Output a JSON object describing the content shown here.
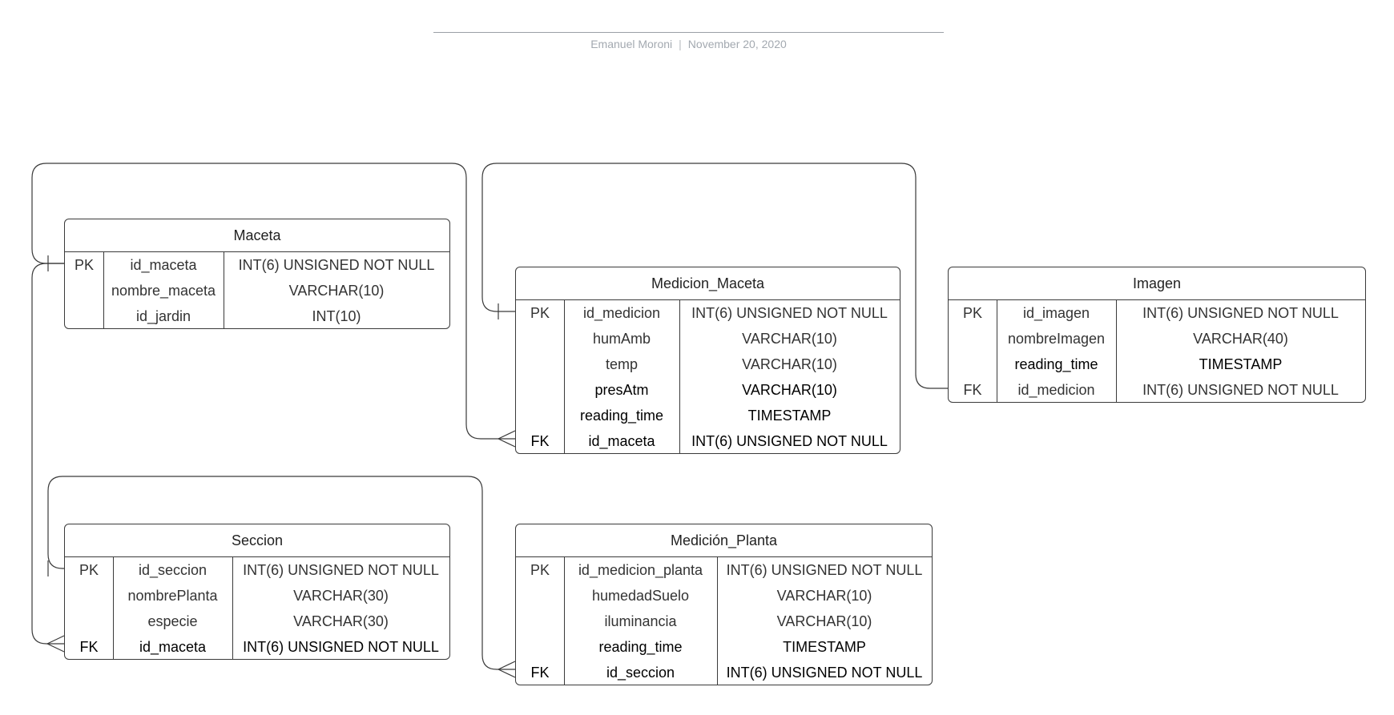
{
  "header": {
    "author": "Emanuel Moroni",
    "separator": "|",
    "date": "November 20, 2020"
  },
  "colors": {
    "line": "#3a3a3a",
    "header_text": "#a3a9b0"
  },
  "tables": [
    {
      "id": "maceta",
      "name": "Maceta",
      "rows": [
        {
          "key": "PK",
          "name": "id_maceta",
          "type": "INT(6) UNSIGNED NOT NULL",
          "emph": false
        },
        {
          "key": "",
          "name": "nombre_maceta",
          "type": "VARCHAR(10)",
          "emph": false
        },
        {
          "key": "",
          "name": "id_jardin",
          "type": "INT(10)",
          "emph": false
        }
      ]
    },
    {
      "id": "medicion_maceta",
      "name": "Medicion_Maceta",
      "rows": [
        {
          "key": "PK",
          "name": "id_medicion",
          "type": "INT(6) UNSIGNED NOT NULL",
          "emph": false
        },
        {
          "key": "",
          "name": "humAmb",
          "type": "VARCHAR(10)",
          "emph": false
        },
        {
          "key": "",
          "name": "temp",
          "type": "VARCHAR(10)",
          "emph": false
        },
        {
          "key": "",
          "name": "presAtm",
          "type": "VARCHAR(10)",
          "emph": true
        },
        {
          "key": "",
          "name": "reading_time",
          "type": "TIMESTAMP",
          "emph": true
        },
        {
          "key": "FK",
          "name": "id_maceta",
          "type": "INT(6) UNSIGNED NOT NULL",
          "emph": true
        }
      ]
    },
    {
      "id": "imagen",
      "name": "Imagen",
      "rows": [
        {
          "key": "PK",
          "name": "id_imagen",
          "type": "INT(6) UNSIGNED NOT NULL",
          "emph": false
        },
        {
          "key": "",
          "name": "nombreImagen",
          "type": "VARCHAR(40)",
          "emph": false
        },
        {
          "key": "",
          "name": "reading_time",
          "type": "TIMESTAMP",
          "emph": true
        },
        {
          "key": "FK",
          "name": "id_medicion",
          "type": "INT(6) UNSIGNED NOT NULL",
          "emph": false
        }
      ]
    },
    {
      "id": "seccion",
      "name": "Seccion",
      "rows": [
        {
          "key": "PK",
          "name": "id_seccion",
          "type": "INT(6) UNSIGNED NOT NULL",
          "emph": false
        },
        {
          "key": "",
          "name": "nombrePlanta",
          "type": "VARCHAR(30)",
          "emph": false
        },
        {
          "key": "",
          "name": "especie",
          "type": "VARCHAR(30)",
          "emph": false
        },
        {
          "key": "FK",
          "name": "id_maceta",
          "type": "INT(6) UNSIGNED NOT NULL",
          "emph": true
        }
      ]
    },
    {
      "id": "medicion_planta",
      "name": "Medición_Planta",
      "rows": [
        {
          "key": "PK",
          "name": "id_medicion_planta",
          "type": "INT(6) UNSIGNED NOT NULL",
          "emph": false
        },
        {
          "key": "",
          "name": "humedadSuelo",
          "type": "VARCHAR(10)",
          "emph": false
        },
        {
          "key": "",
          "name": "iluminancia",
          "type": "VARCHAR(10)",
          "emph": false
        },
        {
          "key": "",
          "name": "reading_time",
          "type": "TIMESTAMP",
          "emph": true
        },
        {
          "key": "FK",
          "name": "id_seccion",
          "type": "INT(6) UNSIGNED NOT NULL",
          "emph": true
        }
      ]
    }
  ]
}
